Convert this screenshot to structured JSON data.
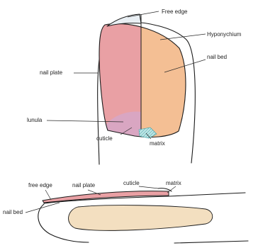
{
  "top_view": {
    "labels": {
      "free_edge": "Free edge",
      "hyponychium": "Hyponychium",
      "nail_bed": "nail bed",
      "nail_plate": "nail plate",
      "lunula": "lunula",
      "cuticle": "cuticle",
      "matrix": "matrix"
    }
  },
  "side_view": {
    "labels": {
      "free_edge": "free edge",
      "nail_plate": "nail plate",
      "cuticle": "cuticle",
      "matrix": "matrix",
      "nail_bed": "nail bed"
    }
  },
  "colors": {
    "nail_plate": "#e9a0a4",
    "nail_bed": "#f4bf94",
    "lunula": "#d9a6c2",
    "matrix": "#7fc7c9",
    "free_edge": "#e9eff4",
    "finger_tissue": "#f3dfc0"
  }
}
